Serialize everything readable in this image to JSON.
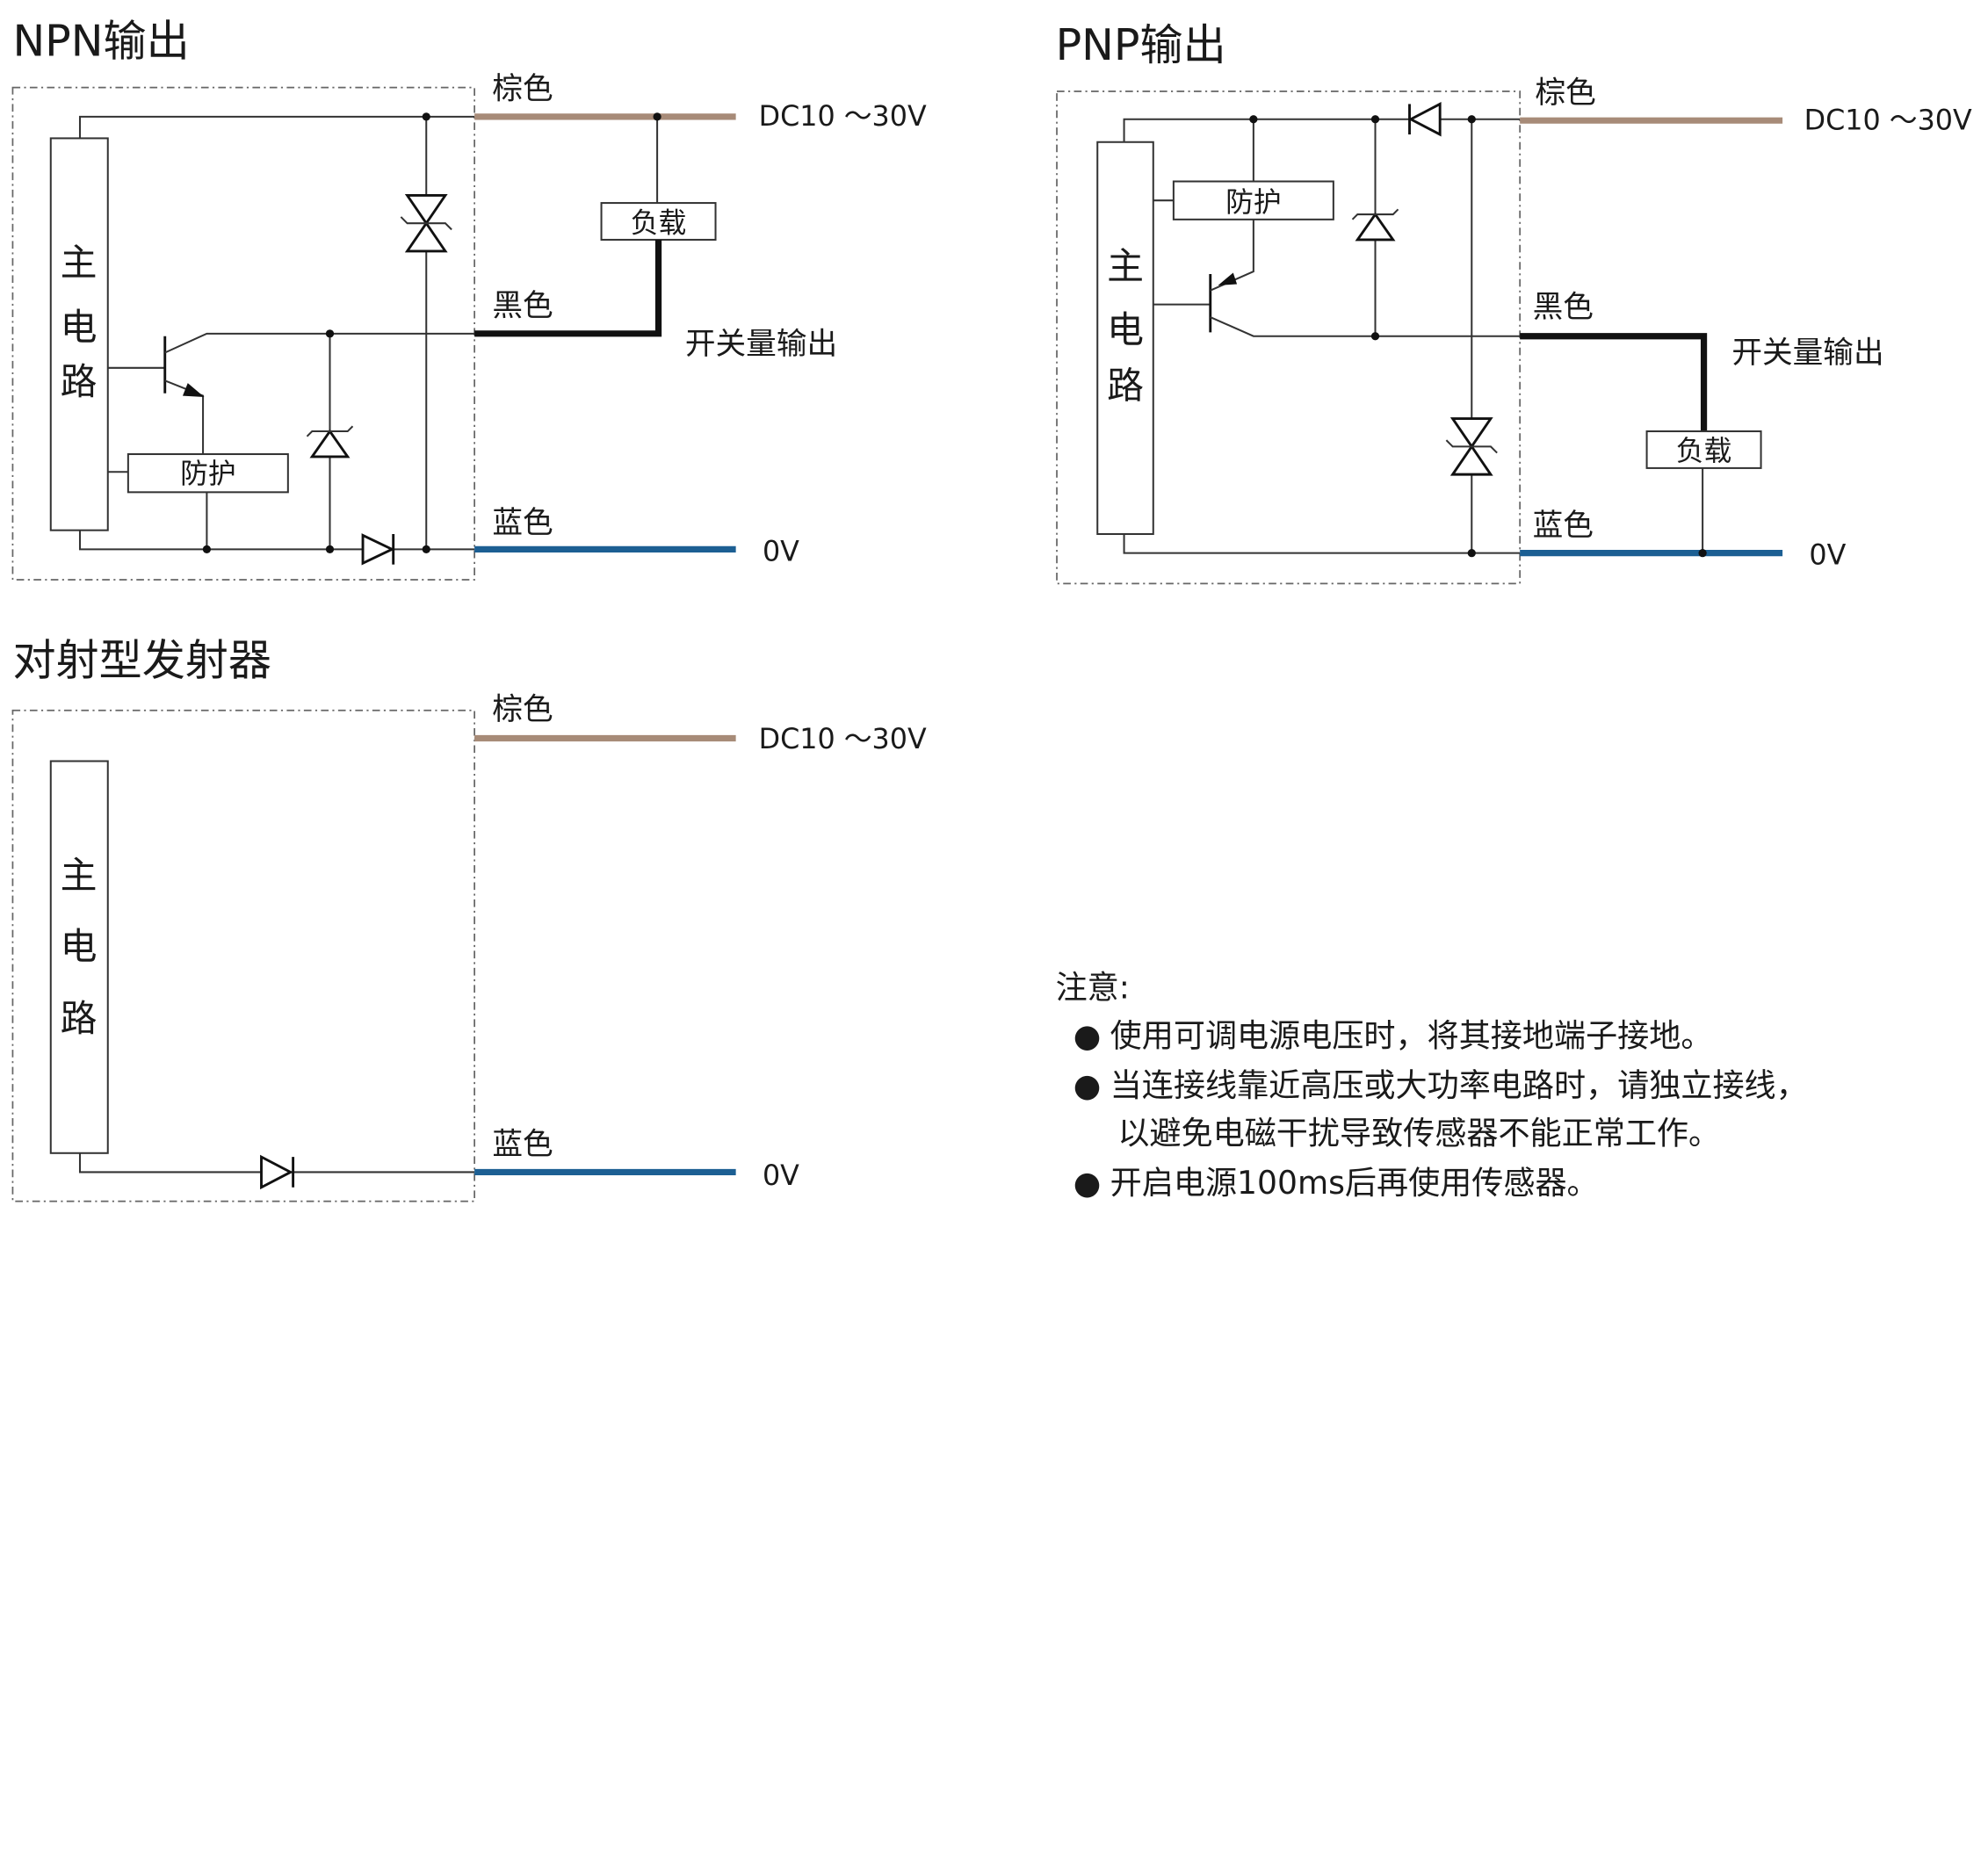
{
  "npn": {
    "title": "NPN输出",
    "wire_brown": "棕色",
    "wire_black": "黑色",
    "wire_blue": "蓝色",
    "supply": "DC10 ～30V",
    "zero": "0V",
    "output": "开关量输出",
    "main_circuit": [
      "主",
      "电",
      "路"
    ],
    "protect": "防护",
    "load": "负载"
  },
  "pnp": {
    "title": "PNP输出",
    "wire_brown": "棕色",
    "wire_black": "黑色",
    "wire_blue": "蓝色",
    "supply": "DC10 ～30V",
    "zero": "0V",
    "output": "开关量输出",
    "main_circuit": [
      "主",
      "电",
      "路"
    ],
    "protect": "防护",
    "load": "负载"
  },
  "emitter": {
    "title": "对射型发射器",
    "wire_brown": "棕色",
    "wire_blue": "蓝色",
    "supply": "DC10 ～30V",
    "zero": "0V",
    "main_circuit": [
      "主",
      "电",
      "路"
    ]
  },
  "notes": {
    "heading": "注意:",
    "bullet": "●",
    "items": [
      "使用可调电源电压时，将其接地端子接地。",
      "当连接线靠近高压或大功率电路时，请独立接线，",
      "以避免电磁干扰导致传感器不能正常工作。",
      "开启电源100ms后再使用传感器。"
    ]
  },
  "colors": {
    "brown_wire": "#a78b78",
    "blue_wire": "#1c5f93",
    "black_wire": "#111111"
  }
}
